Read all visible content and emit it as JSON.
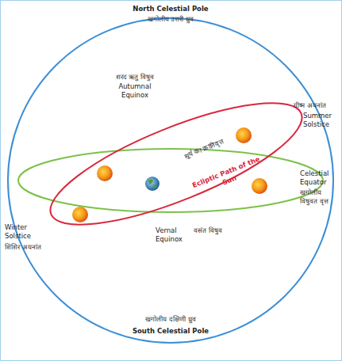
{
  "diagram": {
    "labels": [
      "North Celestial Pole",
      "खगोलीय उत्तरी ध्रुव",
      "शरद ऋतु विषुव",
      "Autumnal Equinox",
      "ग्रीष्म अयनांत",
      "Summer Solstice",
      "सूर्य का क्रांतिवृत्त",
      "Ecliptic Path of the Sun",
      "Celestial Equator",
      "खगोलीय विषुवत वृत्त",
      "Winter Solstice",
      "शिशिर अयनांत",
      "Vernal Equinox",
      "वसंत विषुव",
      "खगोलीय दक्षिणी ध्रुव",
      "South Celestial Pole"
    ]
  }
}
